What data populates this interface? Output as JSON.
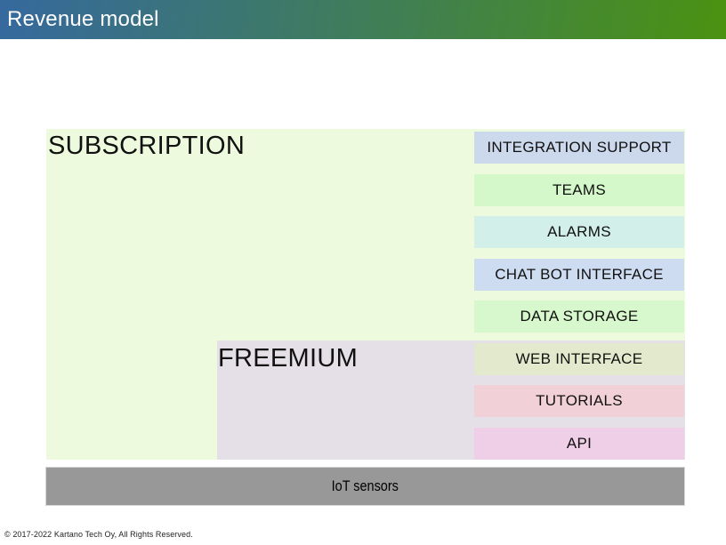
{
  "header": {
    "title": "Revenue model",
    "gradient_left_color": "#36699e",
    "gradient_right_color": "#4a9211"
  },
  "diagram": {
    "subscription": {
      "label": "SUBSCRIPTION",
      "color": "#eefadd"
    },
    "freemium": {
      "label": "FREEMIUM",
      "color": "#e5e0e8"
    },
    "features": [
      {
        "label": "INTEGRATION SUPPORT",
        "color": "#ccd8ec"
      },
      {
        "label": "TEAMS",
        "color": "#d5f8cb"
      },
      {
        "label": "ALARMS",
        "color": "#d3efe9"
      },
      {
        "label": "CHAT BOT INTERFACE",
        "color": "#cddcf0"
      },
      {
        "label": "DATA STORAGE",
        "color": "#d7f8cc"
      },
      {
        "label": "WEB INTERFACE",
        "color": "#e3e9cc"
      },
      {
        "label": "TUTORIALS",
        "color": "#f2d0d7"
      },
      {
        "label": "API",
        "color": "#efcfe7"
      }
    ],
    "base": {
      "label": "IoT sensors",
      "color": "#989898"
    }
  },
  "footer": {
    "copyright": "© 2017-2022 Kartano Tech Oy, All Rights Reserved."
  }
}
